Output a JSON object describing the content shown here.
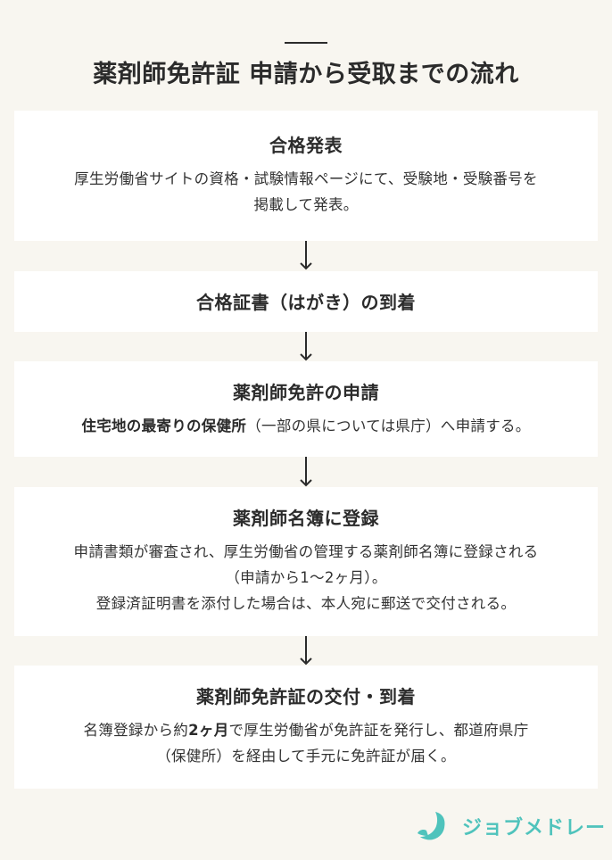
{
  "header": {
    "title": "薬剤師免許証 申請から受取までの流れ"
  },
  "steps": [
    {
      "title": "合格発表",
      "desc_lines": [
        "厚生労働省サイトの資格・試験情報ページにて、受験地・受験番号を",
        "掲載して発表。"
      ]
    },
    {
      "title": "合格証書（はがき）の到着"
    },
    {
      "title": "薬剤師免許の申請",
      "desc_bold": "住宅地の最寄りの保健所",
      "desc_rest": "（一部の県については県庁）へ申請する。"
    },
    {
      "title": "薬剤師名簿に登録",
      "desc_lines": [
        "申請書類が審査され、厚生労働省の管理する薬剤師名簿に登録される",
        "（申請から1～2ヶ月）。",
        "登録済証明書を添付した場合は、本人宛に郵送で交付される。"
      ]
    },
    {
      "title": "薬剤師免許証の交付・到着",
      "desc_pre": "名簿登録から約",
      "desc_bold": "2ヶ月",
      "desc_post": "で厚生労働省が免許証を発行し、都道府県庁",
      "desc_line2": "（保健所）を経由して手元に免許証が届く。"
    }
  ],
  "logo": {
    "text": "ジョブメドレー",
    "color": "#4fc3bc"
  },
  "colors": {
    "background": "#f8f6f0",
    "card": "#ffffff",
    "text": "#2b2b2b",
    "accent": "#4fc3bc"
  }
}
